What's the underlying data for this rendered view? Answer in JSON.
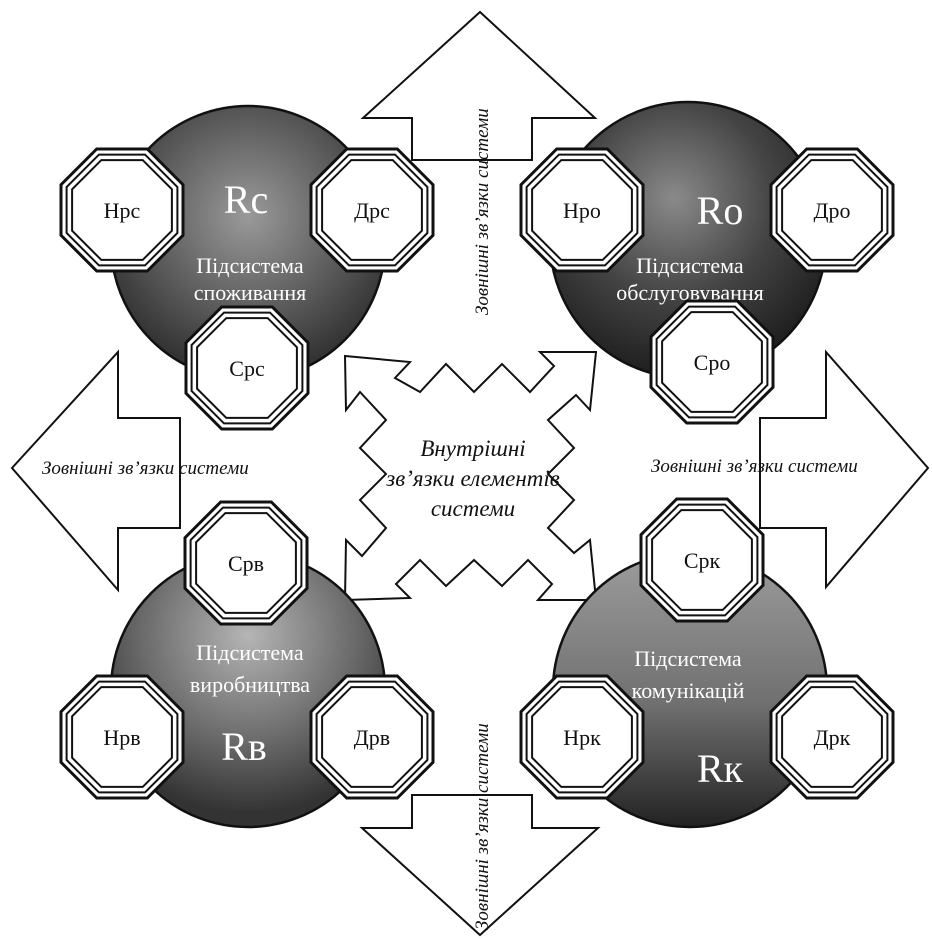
{
  "labels": {
    "external_top": "Зовнішні зв’язки системи",
    "external_left": "Зовнішні зв’язки системи",
    "external_right": "Зовнішні зв’язки системи",
    "external_bottom": "Зовнішні зв’язки системи",
    "internal_line1": "Внутрішні",
    "internal_line2": "зв’язки елементів",
    "internal_line3": "системи"
  },
  "subsystems": {
    "consumption": {
      "letter": "Rc",
      "name_line1": "Підсистема",
      "name_line2": "споживання",
      "oct_left": "Нрс",
      "oct_right": "Дрс",
      "oct_third": "Срс"
    },
    "service": {
      "letter": "Ro",
      "name_line1": "Підсистема",
      "name_line2": "обслуговування",
      "oct_left": "Нро",
      "oct_right": "Дро",
      "oct_third": "Сро"
    },
    "production": {
      "letter": "Rв",
      "name_line1": "Підсистема",
      "name_line2": "виробництва",
      "oct_left": "Нрв",
      "oct_right": "Дрв",
      "oct_third": "Срв"
    },
    "communication": {
      "letter": "Rк",
      "name_line1": "Підсистема",
      "name_line2": "комунікацій",
      "oct_left": "Нрк",
      "oct_right": "Дрк",
      "oct_third": "Срк"
    }
  }
}
